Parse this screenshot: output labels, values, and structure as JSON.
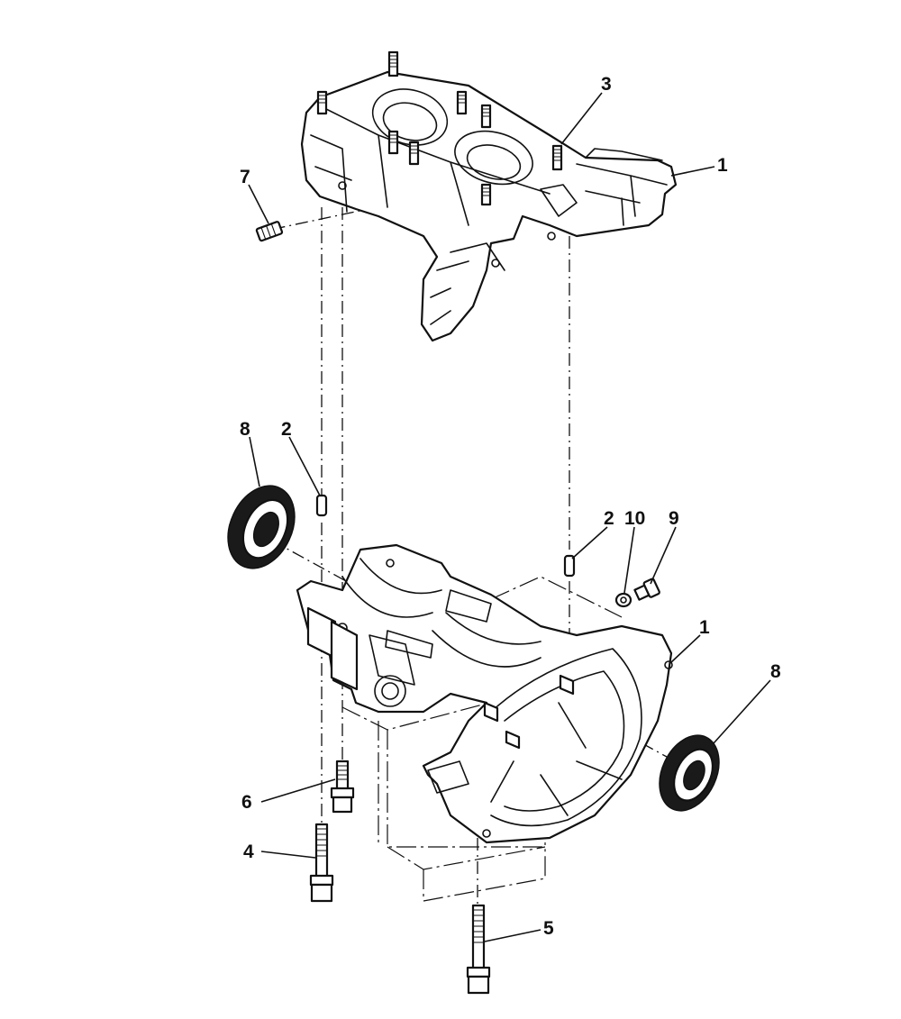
{
  "callouts": {
    "upper_crankcase": "1",
    "lower_crankcase": "1",
    "dowel_left": "2",
    "dowel_right": "2",
    "stud": "3",
    "long_bolt": "4",
    "bottom_bolt": "5",
    "short_bolt": "6",
    "plug": "7",
    "seal_left": "8",
    "seal_right": "8",
    "drain_bolt": "9",
    "washer": "10"
  },
  "colors": {
    "line": "#111111",
    "background": "#ffffff"
  }
}
